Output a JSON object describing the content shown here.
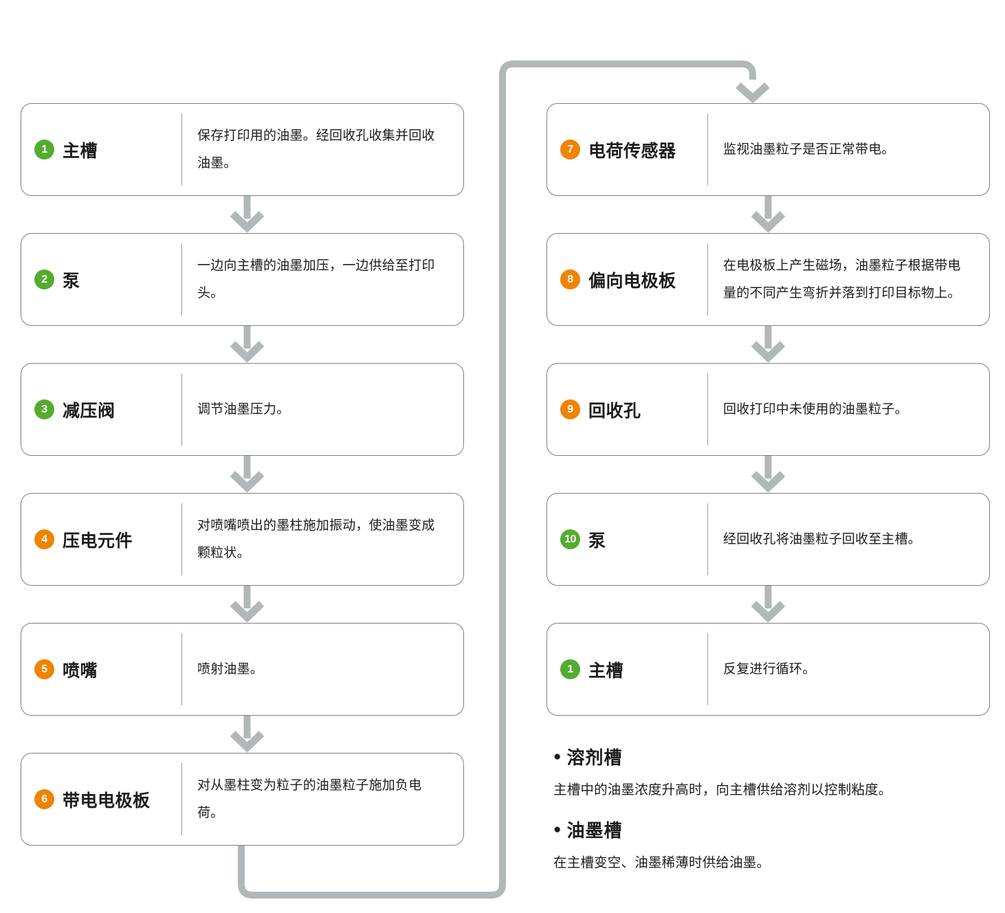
{
  "colors": {
    "green": "#54ac2e",
    "orange": "#f08300",
    "arrow": "#b2b7b9",
    "box_border": "#7f7f7f",
    "text": "#1c1c1c"
  },
  "flow": {
    "left": [
      {
        "num": "1",
        "badge_color": "green",
        "label": "主槽",
        "desc": "保存打印用的油墨。经回收孔收集并回收油墨。"
      },
      {
        "num": "2",
        "badge_color": "green",
        "label": "泵",
        "desc": "一边向主槽的油墨加压，一边供给至打印头。"
      },
      {
        "num": "3",
        "badge_color": "green",
        "label": "减压阀",
        "desc": "调节油墨压力。"
      },
      {
        "num": "4",
        "badge_color": "orange",
        "label": "压电元件",
        "desc": "对喷嘴喷出的墨柱施加振动，使油墨变成颗粒状。"
      },
      {
        "num": "5",
        "badge_color": "orange",
        "label": "喷嘴",
        "desc": "喷射油墨。"
      },
      {
        "num": "6",
        "badge_color": "orange",
        "label": "带电电极板",
        "desc": "对从墨柱变为粒子的油墨粒子施加负电荷。"
      }
    ],
    "right": [
      {
        "num": "7",
        "badge_color": "orange",
        "label": "电荷传感器",
        "desc": "监视油墨粒子是否正常带电。"
      },
      {
        "num": "8",
        "badge_color": "orange",
        "label": "偏向电极板",
        "desc": "在电极板上产生磁场，油墨粒子根据带电量的不同产生弯折并落到打印目标物上。"
      },
      {
        "num": "9",
        "badge_color": "orange",
        "label": "回收孔",
        "desc": "回收打印中未使用的油墨粒子。"
      },
      {
        "num": "10",
        "badge_color": "green",
        "label": "泵",
        "desc": "经回收孔将油墨粒子回收至主槽。"
      },
      {
        "num": "1",
        "badge_color": "green",
        "label": "主槽",
        "desc": "反复进行循环。"
      }
    ]
  },
  "notes": [
    {
      "bullet": "●",
      "title": "溶剂槽",
      "desc": "主槽中的油墨浓度升高时，向主槽供给溶剂以控制粘度。"
    },
    {
      "bullet": "●",
      "title": "油墨槽",
      "desc": "在主槽变空、油墨稀薄时供给油墨。"
    }
  ]
}
